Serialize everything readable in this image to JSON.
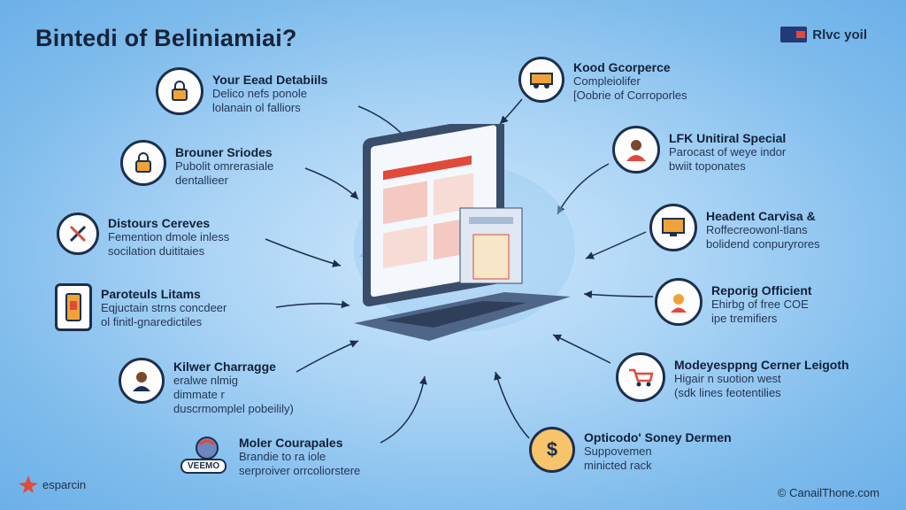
{
  "title": "Bintedi of Beliniamiai?",
  "brand": "Rlvc yoil",
  "footer": {
    "logo": "esparcin",
    "site": "CanailThone.com"
  },
  "left_items": [
    {
      "title": "Your Eead Detabiils",
      "lines": [
        "Delico nefs ponole",
        "lolanain ol falliors"
      ]
    },
    {
      "title": "Brouner Sriodes",
      "lines": [
        "Pubolit omrerasiale",
        "dentallieer"
      ]
    },
    {
      "title": "Distours Cereves",
      "lines": [
        "Femention dmole inless",
        "socilation duititaies"
      ]
    },
    {
      "title": "Paroteuls Litams",
      "lines": [
        "Eqjuctain strns concdeer",
        "ol finitl-gnaredictiles"
      ]
    },
    {
      "title": "Kilwer Charragge",
      "lines": [
        "eralwe nlmig",
        "dimmate r",
        "duscrmomplel pobeilily)"
      ]
    },
    {
      "title": "Moler Courapales",
      "lines": [
        "Brandie to ra iole",
        "serproiver orrcoliorstere"
      ]
    }
  ],
  "right_items": [
    {
      "title": "Kood Gcorperce",
      "lines": [
        "Compleiolifer",
        "[Oobrie of Corroporles"
      ]
    },
    {
      "title": "LFK Unitiral Special",
      "lines": [
        "Parocast of weye indor",
        "bwiit toponates"
      ]
    },
    {
      "title": "Headent Carvisa &",
      "lines": [
        "Roffecreowonl-tlans",
        "bolidend conpuryrores"
      ]
    },
    {
      "title": "Reporig Officient",
      "lines": [
        "Ehirbg of free COE",
        "ipe tremifiers"
      ]
    },
    {
      "title": "Modeyesppng Cerner Leigoth",
      "lines": [
        "Higair n suotion west",
        "(sdk lines feotentilies"
      ]
    },
    {
      "title": "Opticodo' Soney Dermen",
      "lines": [
        "Suppovemen",
        "minicted rack"
      ]
    }
  ],
  "badge_text": "VEEMO",
  "icons": [
    "lock-icon",
    "padlock-icon",
    "tools-icon",
    "document-icon",
    "person-icon",
    "badge-icon",
    "truck-icon",
    "person-icon",
    "monitor-icon",
    "support-icon",
    "cart-icon",
    "dollar-icon"
  ],
  "colors": {
    "accent_red": "#e04a3a",
    "navy": "#1c2f4c",
    "amber": "#f0a23a"
  }
}
